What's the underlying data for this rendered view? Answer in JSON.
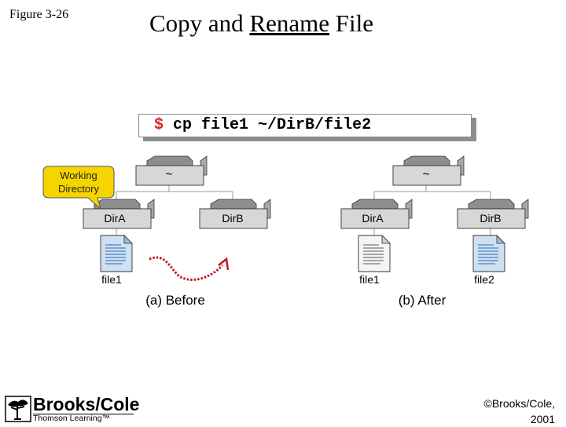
{
  "figure_label": "Figure 3-26",
  "title": {
    "before": "Copy and ",
    "underlined": "Rename",
    "after": " File"
  },
  "command": {
    "prompt": "$",
    "text": "cp file1 ~/DirB/file2"
  },
  "callout": {
    "line1": "Working",
    "line2": "Directory"
  },
  "before_panel": {
    "root": "~",
    "dir_a": "DirA",
    "dir_b": "DirB",
    "file": "file1",
    "caption": "(a) Before"
  },
  "after_panel": {
    "root": "~",
    "dir_a": "DirA",
    "dir_b": "DirB",
    "file_a": "file1",
    "file_b": "file2",
    "caption": "(b) After"
  },
  "brand": {
    "name": "Brooks/Cole",
    "sub": "Thomson Learning™"
  },
  "copyright": {
    "line1": "©Brooks/Cole,",
    "line2": "2001"
  },
  "colors": {
    "callout_fill": "#f5d400",
    "arrow": "#c0181c",
    "folder": "#bdbdbd",
    "file_line_blue": "#5a8fc8"
  }
}
